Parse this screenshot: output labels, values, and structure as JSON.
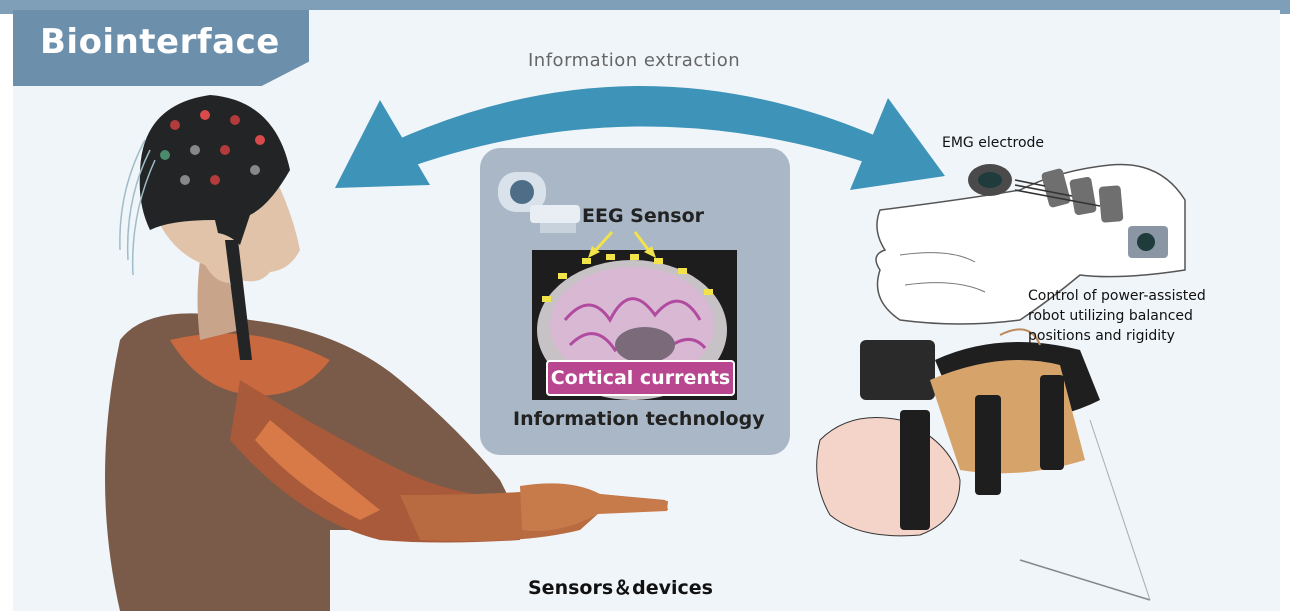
{
  "title": "Biointerface",
  "arrow_label": "Information extraction",
  "center": {
    "sensor_label": "EEG Sensor",
    "highlight_label": "Cortical currents",
    "caption": "Information technology"
  },
  "left": {
    "caption": "Sensors＆devices"
  },
  "right": {
    "emg_label": "EMG electrode",
    "control_label": "Control of power-assisted robot utilizing balanced positions and rigidity"
  },
  "colors": {
    "frame": "#7f9fb9",
    "title_tab": "#6c8fac",
    "arrow": "#3d93b8",
    "panel": "#a9b7c7",
    "highlight": "#b9478f",
    "sensor_dot": "#f2e34a"
  }
}
